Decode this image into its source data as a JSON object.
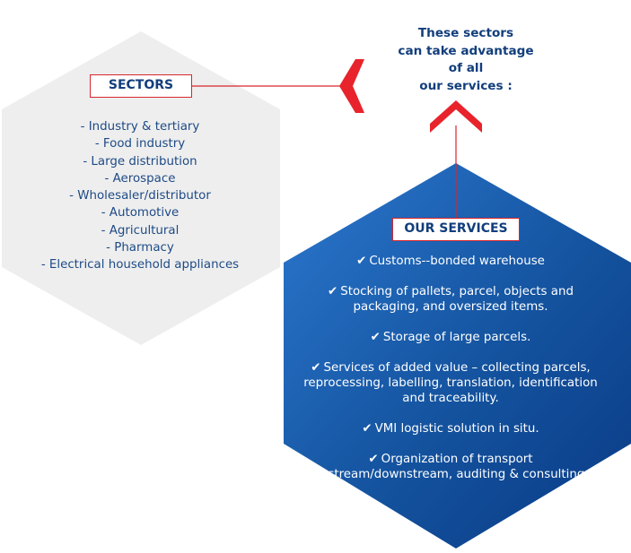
{
  "intro": {
    "lines": [
      "These sectors",
      "can take advantage",
      "of all",
      "our services :"
    ]
  },
  "sectors": {
    "title": "SECTORS",
    "items": [
      "- Industry & tertiary",
      "- Food industry",
      "- Large distribution",
      "- Aerospace",
      "- Wholesaler/distributor",
      "- Automotive",
      "- Agricultural",
      "- Pharmacy",
      "- Electrical household appliances"
    ]
  },
  "services": {
    "title": "OUR SERVICES",
    "check_glyph": "✔",
    "items": [
      "Customs--bonded warehouse",
      "Stocking of pallets, parcel, objects and packaging, and oversized items.",
      "Storage of large parcels.",
      "Services of added value – collecting parcels, reprocessing, labelling, translation, identification and traceability.",
      "VMI logistic solution in situ.",
      "Organization of transport upstream/downstream, auditing & consulting."
    ]
  },
  "colors": {
    "accent_red": "#e8232b",
    "text_blue": "#123e7c",
    "hex_grey": "#eeeeee",
    "hex_blue_light": "#2a72c8",
    "hex_blue_dark": "#0b3d8c"
  }
}
